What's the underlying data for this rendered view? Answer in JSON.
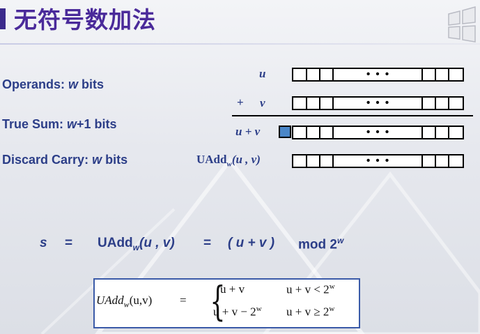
{
  "title": "无符号数加法",
  "labels": {
    "operands_prefix": "Operands: ",
    "operands_w": "w",
    "operands_suffix": " bits",
    "truesum_prefix": "True Sum: ",
    "truesum_w": "w",
    "truesum_suffix": "+1 bits",
    "discard_prefix": "Discard Carry: ",
    "discard_w": "w",
    "discard_suffix": " bits"
  },
  "rows": {
    "u": "u",
    "plus": "+",
    "v": "v",
    "sum": "u + v",
    "uadd_name": "UAdd",
    "uadd_sub": "w",
    "uadd_args": "(u , v)",
    "dots": "• • •"
  },
  "equation": {
    "s": "s",
    "eq1": "=",
    "uadd": "UAdd",
    "sub": "w",
    "args": "(u , v)",
    "eq2": "=",
    "rhs": "( u + v )",
    "mod": "mod 2",
    "sup": "w"
  },
  "formula": {
    "lhs_name": "UAdd",
    "lhs_sub": "w",
    "lhs_args": "(u,v)",
    "eq": "=",
    "case1_value": "u + v",
    "case1_cond": "u + v < 2",
    "case1_sup": "w",
    "case2_value": "u + v − 2",
    "case2_sup": "w",
    "case2_cond": "u + v ≥ 2",
    "case2_cond_sup": "w"
  },
  "colors": {
    "title": "#4a2a9a",
    "label": "#2c3e88",
    "carry_bit": "#4a86c8"
  }
}
